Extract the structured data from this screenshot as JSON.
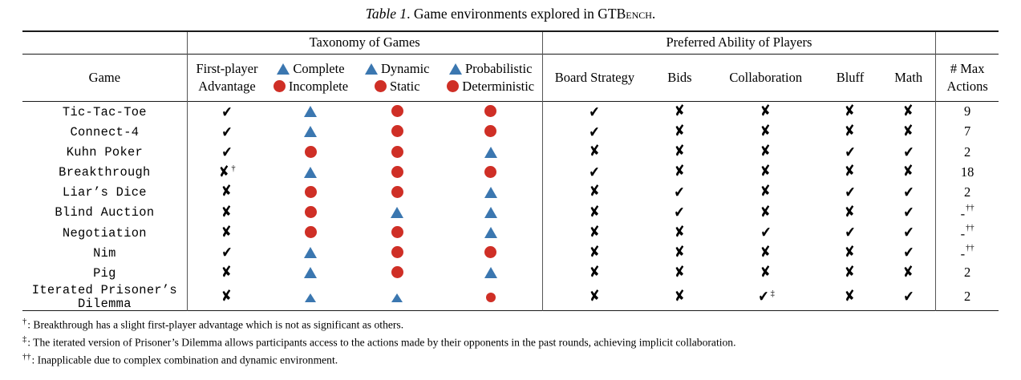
{
  "caption": {
    "label": "Table 1",
    "text_before": ". Game environments explored in ",
    "brand_prefix": "GT",
    "brand_smallcaps": "Bench",
    "text_after": "."
  },
  "table": {
    "group_headers": {
      "taxonomy": "Taxonomy of Games",
      "ability": "Preferred Ability of Players"
    },
    "columns": {
      "game": "Game",
      "first_player": {
        "line1": "First-player",
        "line2": "Advantage"
      },
      "completeness": {
        "line1": "Complete",
        "line2": "Incomplete",
        "glyph1": "triangle",
        "glyph2": "circle"
      },
      "dynamics": {
        "line1": "Dynamic",
        "line2": "Static",
        "glyph1": "triangle",
        "glyph2": "circle"
      },
      "probabilistic": {
        "line1": "Probabilistic",
        "line2": "Deterministic",
        "glyph1": "triangle",
        "glyph2": "circle"
      },
      "board_strategy": "Board Strategy",
      "bids": "Bids",
      "collaboration": "Collaboration",
      "bluff": "Bluff",
      "math": "Math",
      "max_actions": {
        "line1": "# Max",
        "line2": "Actions"
      }
    },
    "rows": [
      {
        "game": "Tic-Tac-Toe",
        "game_line2": "",
        "first_player": "check",
        "first_player_sup": "",
        "completeness": "triangle",
        "dynamics": "circle",
        "probabilistic": "circle",
        "board_strategy": "check",
        "bids": "cross",
        "collaboration": "cross",
        "collaboration_sup": "",
        "bluff": "cross",
        "math": "cross",
        "max_actions": "9",
        "max_actions_sup": ""
      },
      {
        "game": "Connect-4",
        "game_line2": "",
        "first_player": "check",
        "first_player_sup": "",
        "completeness": "triangle",
        "dynamics": "circle",
        "probabilistic": "circle",
        "board_strategy": "check",
        "bids": "cross",
        "collaboration": "cross",
        "collaboration_sup": "",
        "bluff": "cross",
        "math": "cross",
        "max_actions": "7",
        "max_actions_sup": ""
      },
      {
        "game": "Kuhn Poker",
        "game_line2": "",
        "first_player": "check",
        "first_player_sup": "",
        "completeness": "circle",
        "dynamics": "circle",
        "probabilistic": "triangle",
        "board_strategy": "cross",
        "bids": "cross",
        "collaboration": "cross",
        "collaboration_sup": "",
        "bluff": "check",
        "math": "check",
        "max_actions": "2",
        "max_actions_sup": ""
      },
      {
        "game": "Breakthrough",
        "game_line2": "",
        "first_player": "cross",
        "first_player_sup": "†",
        "completeness": "triangle",
        "dynamics": "circle",
        "probabilistic": "circle",
        "board_strategy": "check",
        "bids": "cross",
        "collaboration": "cross",
        "collaboration_sup": "",
        "bluff": "cross",
        "math": "cross",
        "max_actions": "18",
        "max_actions_sup": ""
      },
      {
        "game": "Liar’s Dice",
        "game_line2": "",
        "first_player": "cross",
        "first_player_sup": "",
        "completeness": "circle",
        "dynamics": "circle",
        "probabilistic": "triangle",
        "board_strategy": "cross",
        "bids": "check",
        "collaboration": "cross",
        "collaboration_sup": "",
        "bluff": "check",
        "math": "check",
        "max_actions": "2",
        "max_actions_sup": ""
      },
      {
        "game": "Blind Auction",
        "game_line2": "",
        "first_player": "cross",
        "first_player_sup": "",
        "completeness": "circle",
        "dynamics": "triangle",
        "probabilistic": "triangle",
        "board_strategy": "cross",
        "bids": "check",
        "collaboration": "cross",
        "collaboration_sup": "",
        "bluff": "cross",
        "math": "check",
        "max_actions": "-",
        "max_actions_sup": "††"
      },
      {
        "game": "Negotiation",
        "game_line2": "",
        "first_player": "cross",
        "first_player_sup": "",
        "completeness": "circle",
        "dynamics": "circle",
        "probabilistic": "triangle",
        "board_strategy": "cross",
        "bids": "cross",
        "collaboration": "check",
        "collaboration_sup": "",
        "bluff": "check",
        "math": "check",
        "max_actions": "-",
        "max_actions_sup": "††"
      },
      {
        "game": "Nim",
        "game_line2": "",
        "first_player": "check",
        "first_player_sup": "",
        "completeness": "triangle",
        "dynamics": "circle",
        "probabilistic": "circle",
        "board_strategy": "cross",
        "bids": "cross",
        "collaboration": "cross",
        "collaboration_sup": "",
        "bluff": "cross",
        "math": "check",
        "max_actions": "-",
        "max_actions_sup": "††"
      },
      {
        "game": "Pig",
        "game_line2": "",
        "first_player": "cross",
        "first_player_sup": "",
        "completeness": "triangle",
        "dynamics": "circle",
        "probabilistic": "triangle",
        "board_strategy": "cross",
        "bids": "cross",
        "collaboration": "cross",
        "collaboration_sup": "",
        "bluff": "cross",
        "math": "cross",
        "max_actions": "2",
        "max_actions_sup": ""
      },
      {
        "game": "Iterated Prisoner’s",
        "game_line2": "Dilemma",
        "first_player": "cross",
        "first_player_sup": "",
        "completeness": "triangle",
        "dynamics": "triangle",
        "probabilistic": "circle",
        "board_strategy": "cross",
        "bids": "cross",
        "collaboration": "check",
        "collaboration_sup": "‡",
        "bluff": "cross",
        "math": "check",
        "max_actions": "2",
        "max_actions_sup": ""
      }
    ]
  },
  "footnotes": [
    {
      "symbol": "†",
      "text": ": Breakthrough has a slight first-player advantage which is not as significant as others."
    },
    {
      "symbol": "‡",
      "text": ": The iterated version of Prisoner’s Dilemma allows participants access to the actions made by their opponents in the past rounds, achieving implicit collaboration."
    },
    {
      "symbol": "††",
      "text": ": Inapplicable due to complex combination and dynamic environment."
    }
  ],
  "colors": {
    "triangle": "#3b77b0",
    "circle": "#cf2f26",
    "rule": "#1a1a1a",
    "text": "#000000"
  },
  "glyphs": {
    "check": "✔",
    "cross": "✘"
  }
}
